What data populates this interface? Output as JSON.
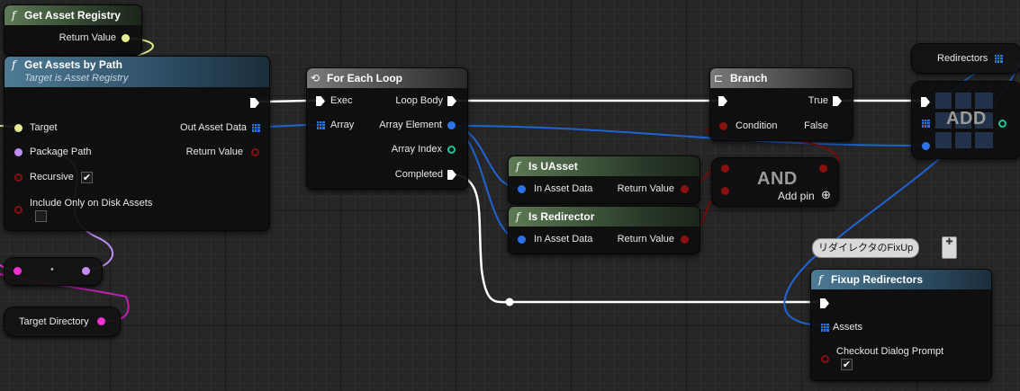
{
  "colors": {
    "exec": "#ffffff",
    "object": "#2b74e8",
    "bool": "#8a0f0f",
    "int": "#19c89a",
    "struct": "#c08cf2",
    "name": "#f231d5",
    "wildcard": "#e6ec91"
  },
  "nodes": {
    "get_asset_registry": {
      "title": "Get Asset Registry",
      "return_value": "Return Value"
    },
    "get_assets_by_path": {
      "title": "Get Assets by Path",
      "subtitle": "Target is Asset Registry",
      "target": "Target",
      "package_path": "Package Path",
      "recursive": "Recursive",
      "include_only_on_disk": "Include Only on Disk Assets",
      "out_asset_data": "Out Asset Data",
      "return_value": "Return Value",
      "recursive_checked": true,
      "include_only_on_disk_checked": false
    },
    "for_each_loop": {
      "title": "For Each Loop",
      "exec": "Exec",
      "array": "Array",
      "loop_body": "Loop Body",
      "array_element": "Array Element",
      "array_index": "Array Index",
      "completed": "Completed"
    },
    "branch": {
      "title": "Branch",
      "condition": "Condition",
      "true_label": "True",
      "false_label": "False"
    },
    "is_uasset": {
      "title": "Is UAsset",
      "in_asset_data": "In Asset Data",
      "return_value": "Return Value"
    },
    "is_redirector": {
      "title": "Is Redirector",
      "in_asset_data": "In Asset Data",
      "return_value": "Return Value"
    },
    "and_node": {
      "label": "AND",
      "add_pin": "Add pin"
    },
    "add_node": {
      "label": "ADD"
    },
    "redirectors_var": {
      "label": "Redirectors"
    },
    "target_directory_var": {
      "label": "Target Directory"
    },
    "make_literal": {
      "label": "•"
    },
    "fixup_redirectors": {
      "title": "Fixup Redirectors",
      "assets": "Assets",
      "checkout_dialog_prompt": "Checkout Dialog Prompt",
      "checkout_checked": true,
      "comment": "リダイレクタのFixUp"
    }
  }
}
